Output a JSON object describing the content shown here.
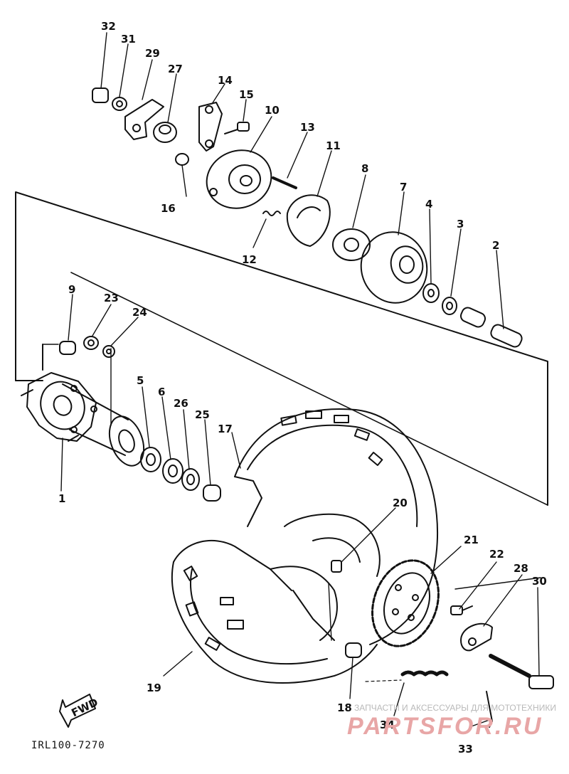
{
  "diagram": {
    "document_code": "IRL100-7270",
    "callouts": [
      "1",
      "2",
      "3",
      "4",
      "5",
      "6",
      "7",
      "8",
      "9",
      "10",
      "11",
      "12",
      "13",
      "14",
      "15",
      "16",
      "17",
      "18",
      "19",
      "20",
      "21",
      "22",
      "23",
      "24",
      "25",
      "26",
      "27",
      "28",
      "29",
      "30",
      "31",
      "32",
      "33",
      "34"
    ],
    "fwd_label": "FWD"
  },
  "watermark": {
    "text": "ЗАПЧАСТИ И АКСЕССУАРЫ ДЛЯ МОТОТЕХНИКИ",
    "logo": "PARTSFOR.RU",
    "color": "#e8a6a6"
  }
}
